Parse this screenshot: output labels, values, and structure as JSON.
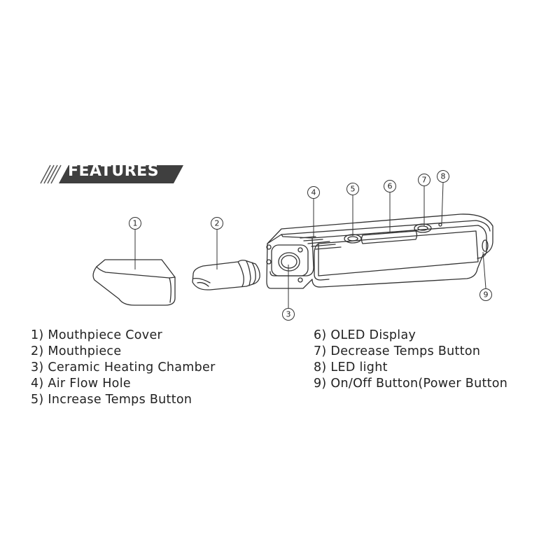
{
  "header": {
    "title": "FEATURES"
  },
  "diagram": {
    "callouts": [
      "1",
      "2",
      "3",
      "4",
      "5",
      "6",
      "7",
      "8",
      "9"
    ]
  },
  "legend": {
    "left": [
      "1) Mouthpiece Cover",
      "2) Mouthpiece",
      "3) Ceramic Heating Chamber",
      "4) Air Flow Hole",
      "5) Increase Temps Button"
    ],
    "right": [
      "6) OLED Display",
      "7) Decrease Temps Button",
      "8) LED light",
      "9) On/Off Button(Power Button"
    ]
  }
}
